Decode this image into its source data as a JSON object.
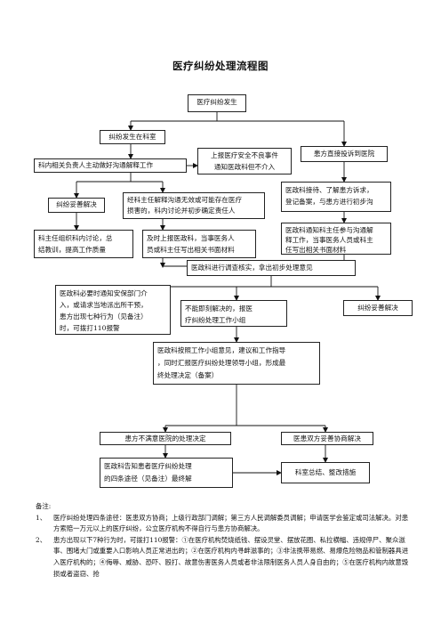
{
  "title": "医疗纠纷处理流程图",
  "nodes": {
    "start": "医疗纠纷发生",
    "in_dept": "纠纷发生在科室",
    "dept_head": "科内相关负责人主动做好沟通解释工作",
    "report_event": "上报医疗安全不良事件\n通知医政科但不介入",
    "patient_complaint": "患方直接投诉到医院",
    "resolved_a": "纠纷妥善解决",
    "dept_director": "经科主任解释沟通无效或可能存在医疗\n损害的，科内讨论并初步确定责任人",
    "admin_receive": "医政科接待、了解患方诉求，\n登记备案，与患方进行初步沟",
    "dept_discuss": "科主任组织科内讨论，总\n结教训，提高工作质量",
    "report_admin": "及时上报医政科，当事医务人\n员或科主任写出相关书面材料",
    "notify_director": "医政科通知科主任参与沟通解\n释工作，当事医务人员或科主\n任写出相关书面材料",
    "investigate": "医政科进行调查核实，拿出初步处理意见",
    "police": "医政科必要时通知安保部门介\n入，或请求当地派出所干预，\n患方出现七种行为（见备注）\n时，可拨打110报警",
    "not_resolved": "不能即刻解决的，报医\n疗纠纷处理工作小组",
    "resolved_b": "纠纷妥善解决",
    "work_group": "医政科按照工作小组意见，建议和工作指导\n，同时汇报医疗纠纷处理领导小组，形成最\n终处理决定（备案）",
    "dissatisfied": "患方不满意医院的处理决定",
    "agreed": "医患双方妥善协商解决",
    "inform_paths": "医政科告知患者医疗纠纷处理\n的四条途径（见备注）最终解",
    "summary": "科室总结、整改措施"
  },
  "notes": {
    "heading": "备注:",
    "items": [
      {
        "num": "1、",
        "text": "医疗纠纷处理四条途径：医患双方协商；上级行政部门调解；第三方人民调解委员调解；申请医学会鉴定或司法解决。对患方索赔一万元以上的医疗纠纷，公立医疗机构不得自行与患方协商解决。"
      },
      {
        "num": "2、",
        "text": "患方出现以下7种行为时，可拨打110报警：①在医疗机构焚烧纸钱、摆设灵堂、摆放花圈、私拉横幅、违规停尸、聚众滋事、围堵大门或重要入口影响人员正常进出的；②在医疗机构内寻衅滋事的；③非法携带易燃、易爆危险物品和管制器具进入医疗机构的；④侮辱、威胁、恐吓、殴打、故意伤害医务人员或者非法限制医务人员人身自由的；⑤在医疗机构内故意毁损或者盗窃、抢"
      }
    ]
  }
}
